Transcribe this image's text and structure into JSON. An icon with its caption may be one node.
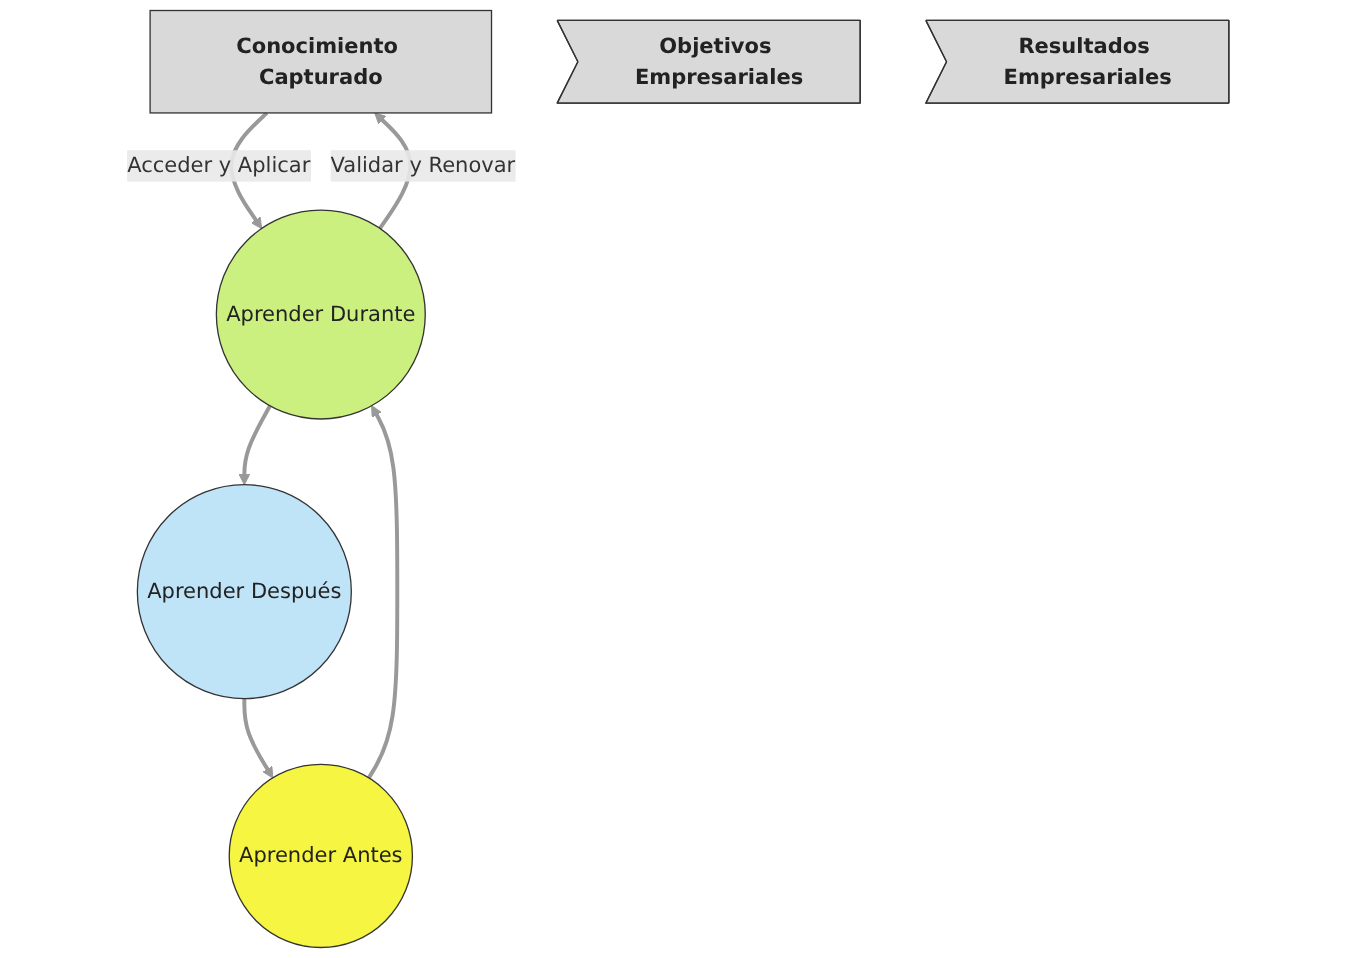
{
  "diagram": {
    "nodes": [
      {
        "text": [
          "Conocimiento Capturado"
        ]
      },
      {
        "text": [
          "Objetivos Empresariales"
        ]
      },
      {
        "text": [
          "Aprender Durante"
        ]
      },
      {
        "text": [
          "Aprender Antes"
        ]
      },
      {
        "text": [
          "Aprender Después"
        ]
      },
      {
        "text": [
          "Resultados Empresariales"
        ]
      }
    ],
    "edges": [
      {
        "from": 0,
        "to": 2,
        "arrow": "to",
        "label": "Acceder y Aplicar"
      },
      {
        "from": 2,
        "to": 0,
        "arrow": "to",
        "label": "Validar y Renovar"
      },
      {
        "from": 3,
        "to": 2,
        "arrow": "to"
      },
      {
        "from": 2,
        "to": 4,
        "arrow": "to"
      },
      {
        "from": 4,
        "to": 3,
        "arrow": "to"
      }
    ]
  }
}
